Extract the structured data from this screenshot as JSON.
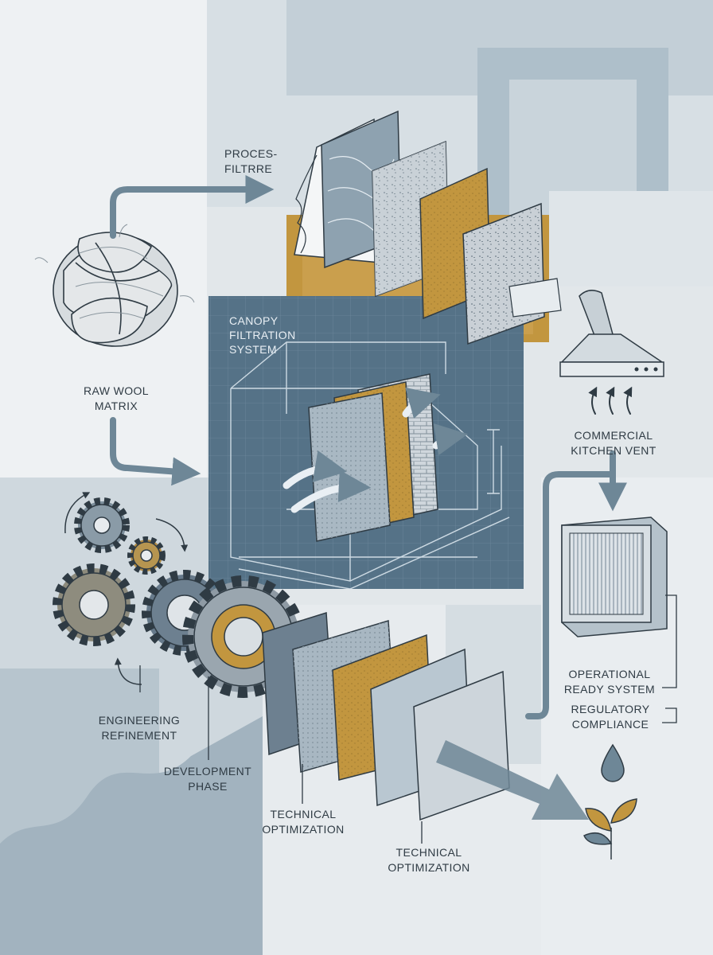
{
  "labels": {
    "process_filter": "PROCES-\nFILTRRE",
    "raw_wool": "RAW WOOL\nMATRIX",
    "canopy": "CANOPY\nFILTRATION\nSYSTEM",
    "kitchen_vent": "COMMERCIAL\nKITCHEN VENT",
    "engineering": "ENGINEERING\nREFINEMENT",
    "development": "DEVELOPMENT\nPHASE",
    "technical_1": "TECHNICAL\nOPTIMIZATION",
    "technical_2": "TECHNICAL\nOPTIMIZATION",
    "operational": "OPERATIONAL\nREADY SYSTEM",
    "regulatory": "REGULATORY\nCOMPLIANCE"
  },
  "colors": {
    "slate": "#6e8797",
    "blueprint": "#557287",
    "ochre": "#c2963f",
    "arrow": "#6e8797",
    "ink": "#2f3b44",
    "leaf": "#c2963f"
  },
  "icons": [
    "wool-knot-icon",
    "gear-icon",
    "range-hood-icon",
    "hvac-filter-icon",
    "water-drop-icon",
    "sprout-icon"
  ]
}
